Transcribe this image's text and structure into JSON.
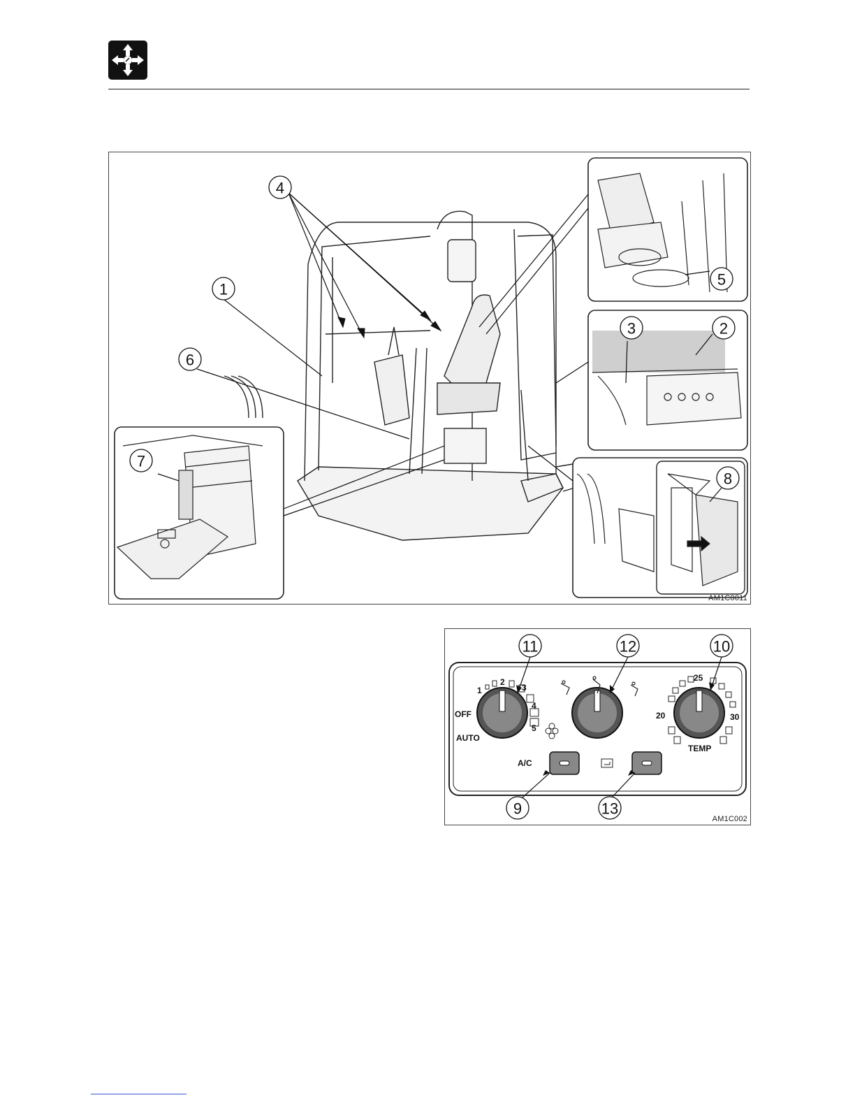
{
  "figure_main": {
    "code": "AM1C0011",
    "callouts": [
      "1",
      "2",
      "3",
      "4",
      "5",
      "6",
      "7",
      "8"
    ]
  },
  "figure_panel": {
    "code": "AM1C002",
    "callouts": [
      "9",
      "10",
      "11",
      "12",
      "13"
    ],
    "fan_dial": {
      "labels": [
        "1",
        "2",
        "3",
        "4",
        "5",
        "OFF",
        "AUTO"
      ]
    },
    "temp_dial": {
      "labels": [
        "20",
        "25",
        "30"
      ],
      "title": "TEMP"
    },
    "ac_label": "A/C"
  },
  "icons": {
    "header": "directional-arrows-icon"
  }
}
